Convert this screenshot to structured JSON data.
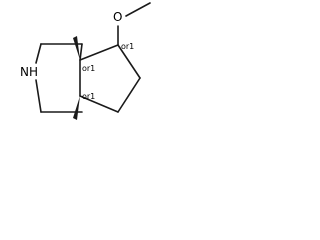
{
  "structure": {
    "atoms": {
      "nitrogen": "NH",
      "oxygen": "O"
    },
    "stereo_descriptors": {
      "c1": "or1",
      "c3a": "or1",
      "c6a": "or1"
    }
  }
}
